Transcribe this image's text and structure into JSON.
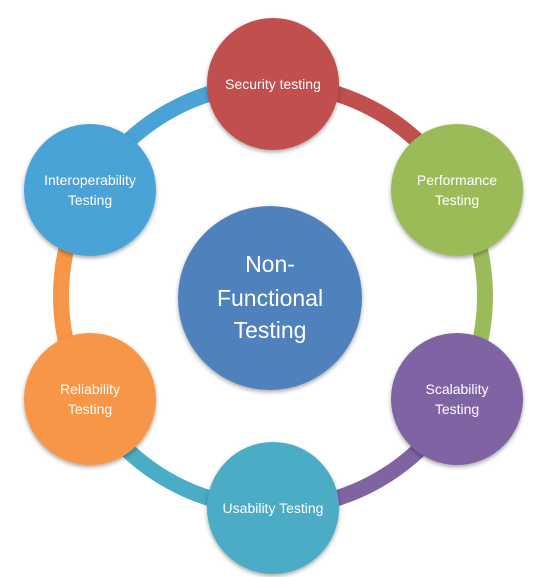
{
  "diagram": {
    "center": {
      "lines": [
        "Non-",
        "Functional",
        "Testing"
      ],
      "color": "#4f81bd"
    },
    "nodes": [
      {
        "key": "security",
        "lines": [
          "Security testing"
        ],
        "color": "#c0504d"
      },
      {
        "key": "performance",
        "lines": [
          "Performance",
          "Testing"
        ],
        "color": "#9bbb59"
      },
      {
        "key": "scalability",
        "lines": [
          "Scalability",
          "Testing"
        ],
        "color": "#8064a2"
      },
      {
        "key": "usability",
        "lines": [
          "Usability Testing"
        ],
        "color": "#4bacc6"
      },
      {
        "key": "reliability",
        "lines": [
          "Reliability",
          "Testing"
        ],
        "color": "#f79646"
      },
      {
        "key": "interoperability",
        "lines": [
          "Interoperability",
          "Testing"
        ],
        "color": "#4aa3d6"
      }
    ],
    "arc_colors": [
      "#c0504d",
      "#9bbb59",
      "#8064a2",
      "#4bacc6",
      "#f79646",
      "#4aa3d6"
    ]
  }
}
